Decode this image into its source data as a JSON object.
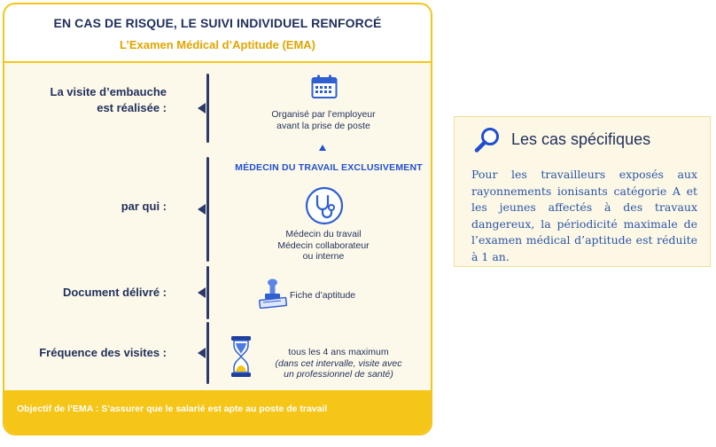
{
  "card": {
    "title": "EN CAS DE RISQUE, LE SUIVI INDIVIDUEL RENFORCÉ",
    "subtitle": "L’Examen Médical d’Aptitude (EMA)",
    "rows": {
      "embauche": {
        "label_line1": "La visite d’embauche",
        "label_line2": "est réalisée :",
        "text_line1": "Organisé par l’employeur",
        "text_line2": "avant la prise de poste",
        "icon": "calendar-icon"
      },
      "qui": {
        "label": "par qui :",
        "badge": "Médecin du travail exclusivement",
        "text_line1": "Médecin du travail",
        "text_line2": "Médecin collaborateur",
        "text_line3": "ou interne",
        "icon": "stethoscope-icon"
      },
      "document": {
        "label": "Document délivré :",
        "text": "Fiche d’aptitude",
        "icon": "stamp-icon"
      },
      "frequence": {
        "label": "Fréquence  des visites :",
        "text_line1": "tous les 4 ans maximum",
        "text_line2": "(dans cet intervalle, visite avec",
        "text_line3": "un professionnel de santé)",
        "icon": "hourglass-icon"
      }
    },
    "objective": "Objectif de l’EMA :  S’assurer que le salarié est apte au poste de travail"
  },
  "specific": {
    "title": "Les cas spécifiques",
    "icon": "search-icon",
    "body": "Pour les travailleurs exposés aux rayonnements ionisants catégorie A et les jeunes affectés à des travaux dangereux, la périodicité maximale de l’examen médical d’aptitude est réduite à 1 an."
  },
  "colors": {
    "navy": "#1f2f5a",
    "gold": "#f5c518",
    "blue": "#1f4fd0",
    "panel_text": "#2a55a6"
  }
}
